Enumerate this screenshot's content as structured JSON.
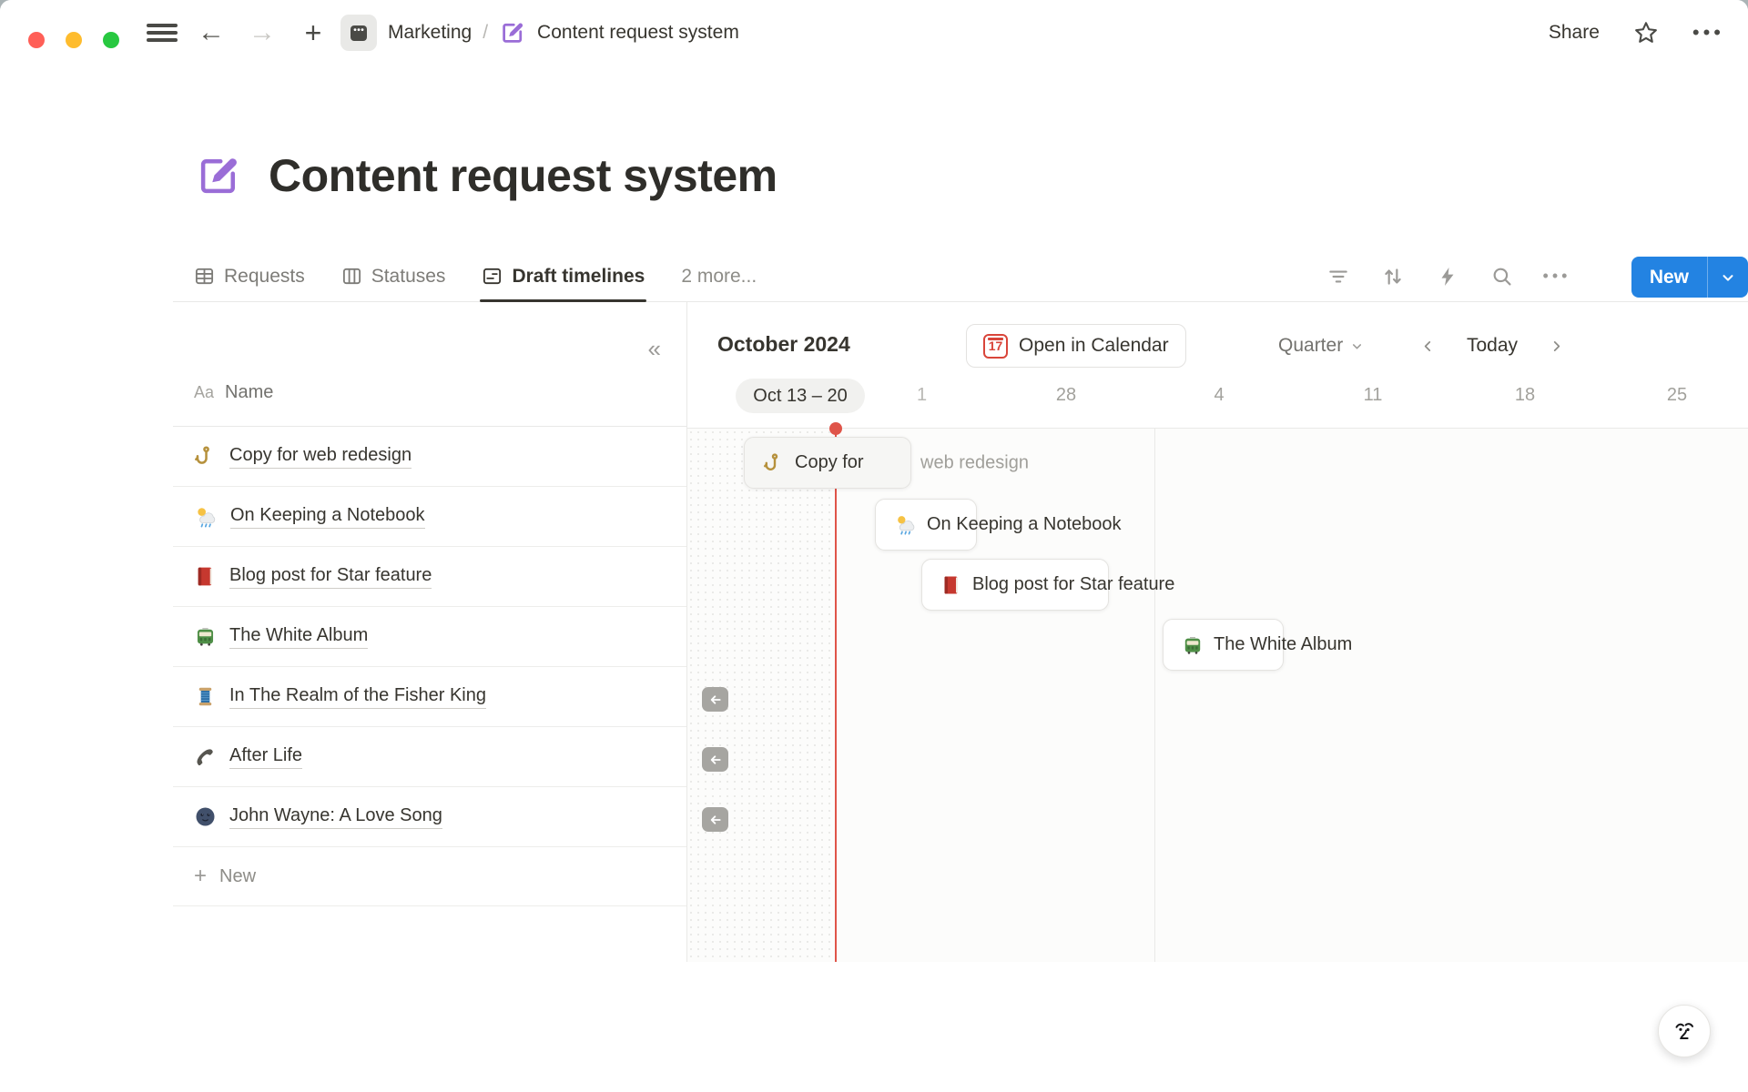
{
  "titlebar": {
    "breadcrumb": {
      "workspace": "Marketing",
      "separator": "/",
      "page": "Content request system"
    },
    "share_label": "Share"
  },
  "page": {
    "title": "Content request system"
  },
  "tabs": {
    "items": [
      {
        "label": "Requests",
        "icon": "table",
        "active": false
      },
      {
        "label": "Statuses",
        "icon": "board",
        "active": false
      },
      {
        "label": "Draft timelines",
        "icon": "timeline",
        "active": true
      }
    ],
    "more_label": "2 more..."
  },
  "toolbar": {
    "new_label": "New"
  },
  "list": {
    "type_header": "Aa",
    "name_header": "Name",
    "rows": [
      {
        "icon": "hook",
        "name": "Copy for web redesign"
      },
      {
        "icon": "sun-behind-rain-cloud",
        "name": "On Keeping a Notebook"
      },
      {
        "icon": "closed-book",
        "name": "Blog post for Star feature"
      },
      {
        "icon": "tram",
        "name": "The White Album"
      },
      {
        "icon": "thread-spool",
        "name": "In The Realm of the Fisher King"
      },
      {
        "icon": "telephone-receiver",
        "name": "After Life"
      },
      {
        "icon": "new-moon-face",
        "name": "John Wayne: A Love Song"
      }
    ],
    "new_row_label": "New"
  },
  "timeline": {
    "month_label": "October 2024",
    "open_in_calendar_label": "Open in Calendar",
    "calendar_icon_day": "17",
    "zoom_select_value": "Quarter",
    "today_label": "Today",
    "selected_range_label": "Oct 13 – 20",
    "partial_tick_label": "1",
    "tick_labels": [
      "28",
      "4",
      "11",
      "18",
      "25"
    ],
    "bars": [
      {
        "icon": "hook",
        "label_inside": "Copy for",
        "label_overflow": "web redesign"
      },
      {
        "icon": "sun-behind-rain-cloud",
        "label": "On Keeping a Notebook"
      },
      {
        "icon": "closed-book",
        "label": "Blog post for Star feature"
      },
      {
        "icon": "tram",
        "label": "The White Album"
      }
    ],
    "colors": {
      "today_line": "#df5449",
      "accent_blue": "#2383e2"
    }
  }
}
